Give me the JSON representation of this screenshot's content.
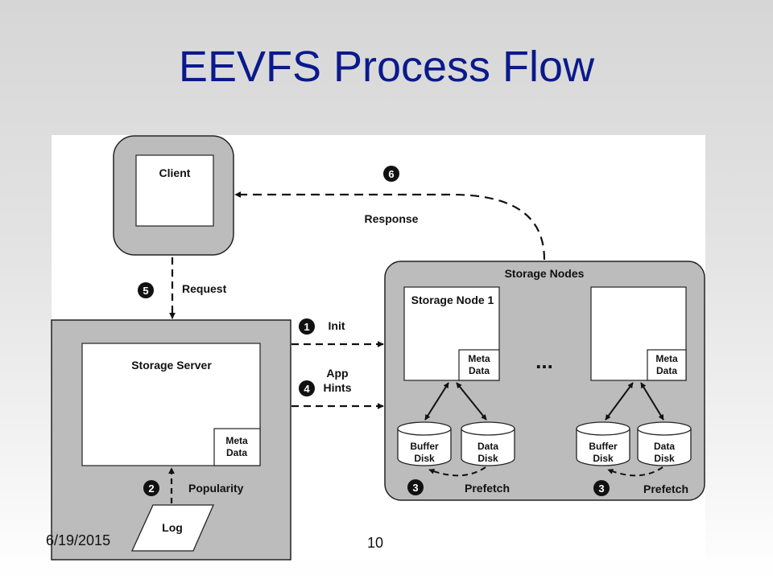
{
  "slide": {
    "title": "EEVFS Process Flow",
    "date": "6/19/2015",
    "page_number": "10"
  },
  "diagram": {
    "client_label": "Client",
    "storage_server_label": "Storage Server",
    "storage_nodes_label": "Storage Nodes",
    "storage_node_1_label": "Storage Node 1",
    "meta_data_line1": "Meta",
    "meta_data_line2": "Data",
    "ellipsis": "...",
    "buffer_disk_line1": "Buffer",
    "buffer_disk_line2": "Disk",
    "data_disk_line1": "Data",
    "data_disk_line2": "Disk",
    "log_label": "Log",
    "steps": {
      "init": {
        "number": "1",
        "label": "Init"
      },
      "popularity": {
        "number": "2",
        "label": "Popularity"
      },
      "prefetch": {
        "number": "3",
        "label": "Prefetch"
      },
      "app_hints": {
        "number": "4",
        "label_line1": "App",
        "label_line2": "Hints"
      },
      "request": {
        "number": "5",
        "label": "Request"
      },
      "response": {
        "number": "6",
        "label": "Response"
      }
    }
  }
}
